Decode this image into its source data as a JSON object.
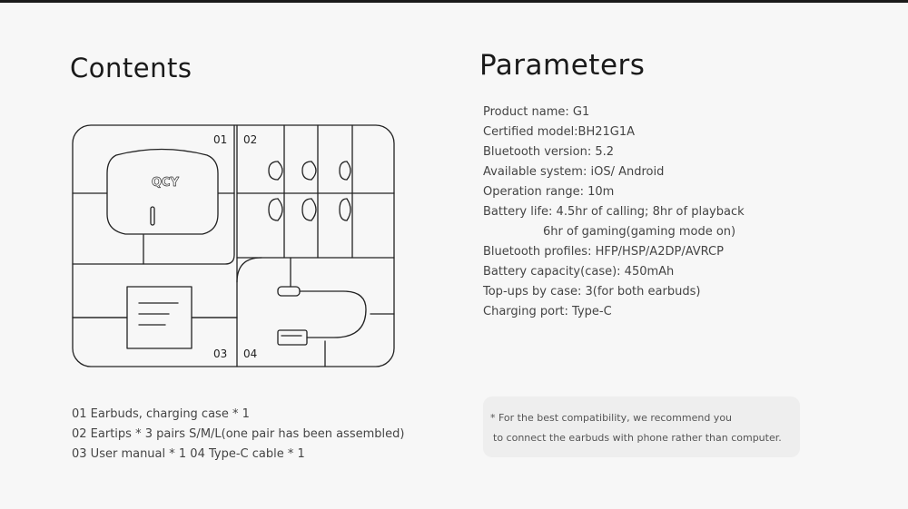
{
  "contents": {
    "title": "Contents",
    "labels": {
      "n01": "01",
      "n02": "02",
      "n03": "03",
      "n04": "04"
    },
    "items": [
      "01 Earbuds, charging case * 1",
      "02 Eartips * 3 pairs  S/M/L(one pair has been assembled)",
      "03 User manual * 1    04 Type-C cable * 1"
    ]
  },
  "parameters": {
    "title": "Parameters",
    "rows": [
      "Product name: G1",
      "Certified model:BH21G1A",
      "Bluetooth version: 5.2",
      "Available system: iOS/ Android",
      "Operation range: 10m",
      "Battery life: 4.5hr of calling; 8hr of playback",
      "6hr of gaming(gaming mode on)",
      "Bluetooth profiles: HFP/HSP/A2DP/AVRCP",
      "Battery capacity(case): 450mAh",
      "Top-ups by case: 3(for both earbuds)",
      "Charging port: Type-C"
    ]
  },
  "note": {
    "line1": "* For the best compatibility, we recommend you",
    "line2": "to connect the earbuds with phone rather than computer."
  },
  "icons": [
    "charging-case-icon",
    "eartip-icon",
    "user-manual-icon",
    "usb-c-cable-icon"
  ]
}
